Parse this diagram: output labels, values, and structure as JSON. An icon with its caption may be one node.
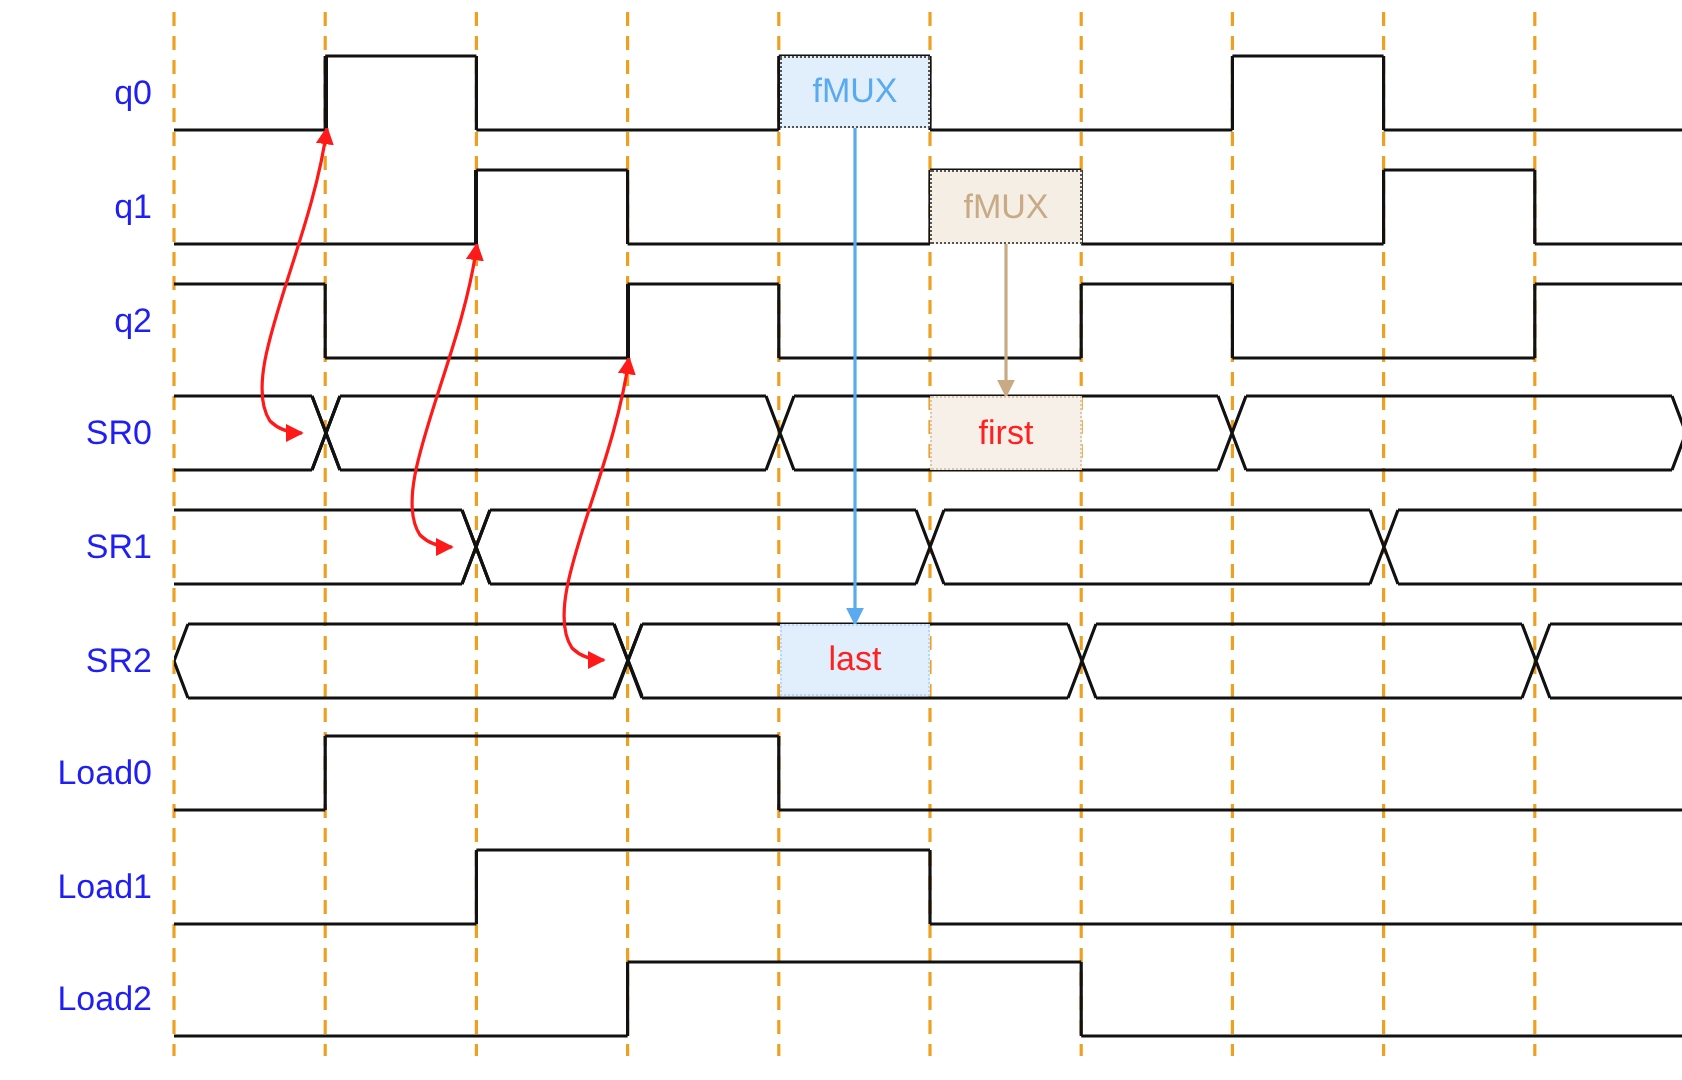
{
  "diagram": {
    "nodes": [
      {
        "text": [
          "fMUX"
        ]
      },
      {
        "text": [
          "fMUX"
        ]
      },
      {
        "text": [
          "first"
        ]
      },
      {
        "text": [
          "last"
        ]
      },
      {
        "text": [],
        "shape": "bar"
      },
      {
        "text": [],
        "shape": "cross"
      },
      {
        "text": [],
        "shape": "bar"
      },
      {
        "text": [],
        "shape": "cross"
      },
      {
        "text": [],
        "shape": "bar"
      },
      {
        "text": [],
        "shape": "cross"
      }
    ],
    "edges": [
      {
        "from": 4,
        "to": 5,
        "arrow": "both"
      },
      {
        "from": 6,
        "to": 7,
        "arrow": "both"
      },
      {
        "from": 8,
        "to": 9,
        "arrow": "both"
      },
      {
        "from": 0,
        "to": 3,
        "arrow": "to",
        "color": "#5aaaf0"
      },
      {
        "from": 1,
        "to": 2,
        "arrow": "to",
        "color": "#c8aa84"
      }
    ],
    "labels": [
      "q0",
      "q1",
      "q2",
      "SR0",
      "SR1",
      "SR2",
      "Load0",
      "Load1",
      "Load2"
    ]
  }
}
